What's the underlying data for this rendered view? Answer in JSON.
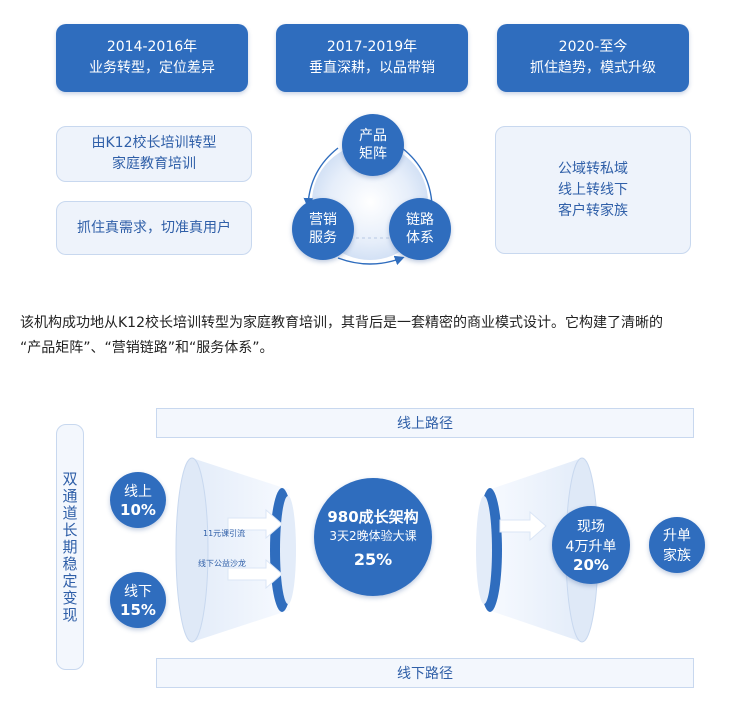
{
  "phases": [
    {
      "years": "2014-2016年",
      "desc": "业务转型，定位差异"
    },
    {
      "years": "2017-2019年",
      "desc": "垂直深耕，以品带销"
    },
    {
      "years": "2020-至今",
      "desc": "抓住趋势，模式升级"
    }
  ],
  "left_cards": {
    "card1_line1": "由K12校长培训转型",
    "card1_line2": "家庭教育培训",
    "card2": "抓住真需求，切准真用户"
  },
  "right_card": {
    "lines": [
      "公域转私域",
      "线上转线下",
      "客户转家族"
    ]
  },
  "cycle": {
    "top": [
      "产品",
      "矩阵"
    ],
    "left": [
      "营销",
      "服务"
    ],
    "right": [
      "链路",
      "体系"
    ]
  },
  "paragraph": {
    "line1": "该机构成功地从K12校长培训转型为家庭教育培训，其背后是一套精密的商业模式设计。它构建了清晰的",
    "line2": "“产品矩阵”、“营销链路”和“服务体系”。"
  },
  "funnel": {
    "online_path": "线上路径",
    "offline_path": "线下路径",
    "side_label": [
      "双",
      "通",
      "道",
      "长",
      "期",
      "稳",
      "定",
      "变",
      "现"
    ],
    "online": {
      "label": "线上",
      "pct": "10%"
    },
    "offline": {
      "label": "线下",
      "pct": "15%"
    },
    "source1": "11元课引流",
    "source2": "线下公益沙龙",
    "center": {
      "title": "980成长架构",
      "sub": "3天2晚体验大课",
      "pct": "25%"
    },
    "field": {
      "line1": "现场",
      "line2": "4万升单",
      "pct": "20%"
    },
    "upgrade": {
      "line1": "升单",
      "line2": "家族"
    }
  },
  "colors": {
    "primary": "#2f6dbe",
    "soft_bg": "#eef3fb",
    "border": "#c8d8ef"
  }
}
